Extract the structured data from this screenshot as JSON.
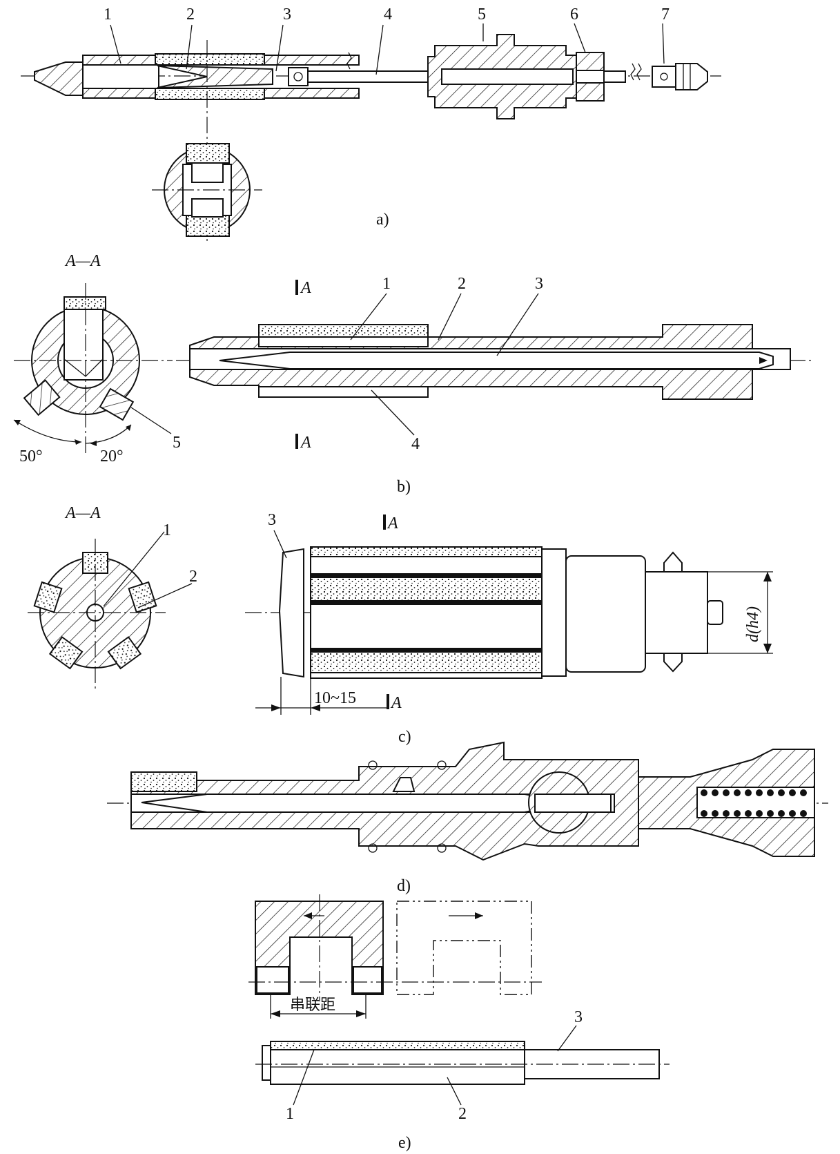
{
  "figure": {
    "panels": {
      "a": {
        "caption": "a)",
        "callouts": [
          "1",
          "2",
          "3",
          "4",
          "5",
          "6",
          "7"
        ]
      },
      "b": {
        "caption": "b)",
        "section_title": "A—A",
        "section_mark": "A",
        "callouts": [
          "1",
          "2",
          "3",
          "4",
          "5"
        ],
        "angles": [
          "50°",
          "20°"
        ]
      },
      "c": {
        "caption": "c)",
        "section_title": "A—A",
        "section_mark": "A",
        "callouts": [
          "1",
          "2",
          "3"
        ],
        "dimension_len": "10~15",
        "dimension_dia": "d(h4)"
      },
      "d": {
        "caption": "d)"
      },
      "e": {
        "caption": "e)",
        "dimension_label": "串联距",
        "callouts": [
          "1",
          "2",
          "3"
        ]
      }
    }
  }
}
